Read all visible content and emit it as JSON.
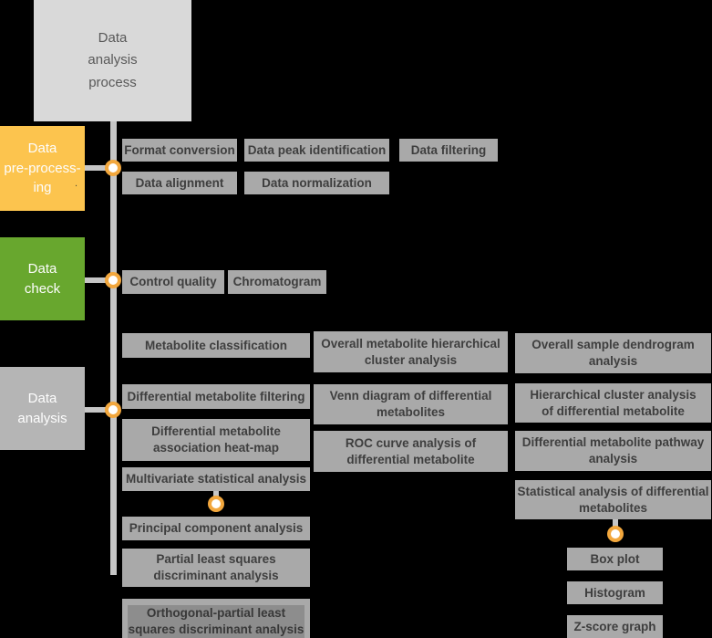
{
  "header": {
    "title": "Data\nanalysis\nprocess"
  },
  "stages": [
    {
      "id": "pre-processing",
      "label": "Data\npre-process-\ning",
      "color": "#fcc44e",
      "stray_mark": "."
    },
    {
      "id": "check",
      "label": "Data\ncheck",
      "color": "#68a72e"
    },
    {
      "id": "analysis",
      "label": "Data\nanalysis",
      "color": "#b5b5b5"
    }
  ],
  "palette": {
    "background": "#000000",
    "root_box": "#d9d9d9",
    "item_box": "#a9a9a9",
    "item_box_inner_dark": "#8d8d8d",
    "connector_line": "#c6c6c6",
    "node_ring": "#f2a73d",
    "node_fill": "#ffffff",
    "item_text": "#3e3e3e",
    "root_text": "#595959",
    "stage_text": "#fdfdfd"
  },
  "preprocessing": {
    "items": [
      {
        "label": "Format conversion"
      },
      {
        "label": "Data peak identification"
      },
      {
        "label": "Data filtering"
      },
      {
        "label": "Data alignment"
      },
      {
        "label": "Data normalization"
      }
    ]
  },
  "check": {
    "items": [
      {
        "label": "Control quality"
      },
      {
        "label": "Chromatogram"
      }
    ]
  },
  "analysis": {
    "col_a": [
      {
        "label": "Metabolite classification"
      },
      {
        "label": "Differential metabolite filtering"
      },
      {
        "label": "Differential metabolite\nassociation heat-map"
      },
      {
        "label": "Multivariate statistical analysis"
      },
      {
        "label": "Principal component analysis"
      },
      {
        "label": "Partial least squares\ndiscriminant analysis"
      },
      {
        "label": "Orthogonal-partial least\nsquares discriminant analysis"
      }
    ],
    "col_b": [
      {
        "label": "Overall metabolite hierarchical\ncluster analysis"
      },
      {
        "label": "Venn diagram of differential\nmetabolites"
      },
      {
        "label": "ROC curve analysis of\ndifferential metabolite"
      }
    ],
    "col_c": [
      {
        "label": "Overall sample dendrogram\nanalysis"
      },
      {
        "label": "Hierarchical cluster analysis\nof differential metabolite"
      },
      {
        "label": "Differential metabolite pathway\nanalysis"
      },
      {
        "label": "Statistical analysis of differential\nmetabolites"
      },
      {
        "label": "Box plot"
      },
      {
        "label": "Histogram"
      },
      {
        "label": "Z-score graph"
      }
    ]
  }
}
